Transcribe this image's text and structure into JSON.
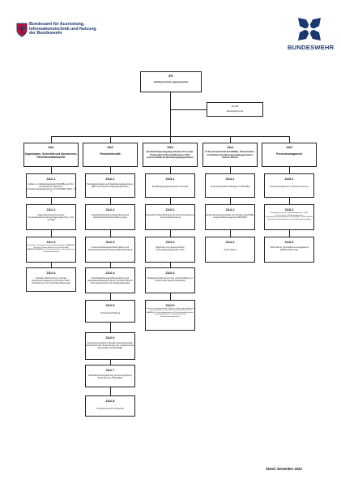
{
  "header": {
    "agency_lines": [
      "Bundesamt für Ausrüstung,",
      "Informationstechnik und Nutzung",
      "der Bundeswehr"
    ],
    "brand_wordmark": "BUNDESWEHR"
  },
  "top": {
    "code": "ZA",
    "title": "Abteilung Zentrale Angelegenheiten"
  },
  "staff": {
    "code": "ZA AB",
    "title": "Abteilungsbüro ZA"
  },
  "columns": [
    {
      "code": "ZA1",
      "title": "Organisation, Sicherheit und Abwesensen, Fachinformationsstelle",
      "units": [
        {
          "code": "ZA1.1",
          "text": "Aufbau- und Ablauforganisation BAAINBw und DG, Dienstaufsicht, Allgemeine Verwaltungsangelegenheiten des BAAINBw, INNO- IT II"
        },
        {
          "code": "ZA1.2",
          "text": "Organisationsuntersuchungen, Personalbedarfsermittlung Regelungsrechnen, IGK und MM"
        },
        {
          "code": "ZA1.3",
          "text": "Sicherheit, Informations-Sicherheitsbeauftragter II BAAINBw, Referent Offiziers-Militärische Sicherheit AW (BAAINBw/BAAINBw), Gebäudesicherheit u. Ausfallvorsorge und Gewährleistung"
        },
        {
          "code": "ZA1.4",
          "text": "Fachliche Wahrnehmung, Zentrale Regelungsmanagement und weitere Nicht-Koordinierung von Vorschriften/Regelungen"
        }
      ]
    },
    {
      "code": "ZA2",
      "title": "Finanzwirtschaft",
      "units": [
        {
          "code": "ZA2.1",
          "text": "Haushaltsgrundsatz und Haushaltsangelegenheiten, BBH- und Finanzierungsangelegenheiten"
        },
        {
          "code": "ZA2.2",
          "text": "Finanzbedarfsanalyse/Finanzplanung und Haushaltsmittelbewirtschaftung (neue)"
        },
        {
          "code": "ZA2.3",
          "text": "Finanzbedarfsanalyse/Finanzplanung und Haushaltsmittelbewirtschaftung Materialerhaltung"
        },
        {
          "code": "ZA2.4",
          "text": "Finanzbedarfsanalyse/Finanzplanung und Haushaltsmittelbewirtschaftung Sonstiges (Betrieb, Informationstechnik und Verwaltungsbedarf)"
        },
        {
          "code": "ZA2.5",
          "text": "Vorhabenbuchhaltung"
        },
        {
          "code": "ZA2.6",
          "text": "Zuwendungsverfahren, Zentrale Zuwendungsstelle, Fachaufsicht über Zuwendungen der nachgeordneten Dienststellen des BAAINBw"
        },
        {
          "code": "ZA2.7",
          "text": "Haushaltsrechnungsführung, Rechnungsprüfung, Berichtswesen, (BAAINBw)"
        },
        {
          "code": "ZA2.8",
          "text": "Kompetenzzentrum Kasse Bw"
        }
      ]
    },
    {
      "code": "ZA3",
      "title": "Bedarfsträgerangelegenheiten Personal, Fachaufsicht Beschaffung der DSt, querschnittliche Rechtsangelegenheiten",
      "units": [
        {
          "code": "ZA3.1",
          "text": "Bedarfsträgerangelegenheiten Personal"
        },
        {
          "code": "ZA3.2",
          "text": "Fachaufsicht Beschaffungsrecht des Personalwesens und Personalvertretung"
        },
        {
          "code": "ZA3.3",
          "text": "Allgemeine und querschnittliche Personalangelegenheiten (zivil)"
        },
        {
          "code": "ZA3.4",
          "text": "Strategische Planung der Aus- und Fortbildung von Zivilpersonal, Agenda Attraktivität"
        },
        {
          "code": "ZA3.5",
          "text": "Datenschutzangelegenheiten, Urheber- und Nutzungsrechtsfragen, Lizenzmanagement, Fachaufsicht Beschaffung der DSt des BAAINBw, Rechtsangelegenheiten und Vertragsangelegenheiten, Verwaltungsverfahren, Grundsatzfragen des Personalvertretungsrechts"
        }
      ]
    },
    {
      "code": "ZA4",
      "title": "IT-Serviceleitstelle BAAINBw, Infrastruktur- und Nutzerverwaltungsangelegenheiten, Innerer Dienst",
      "units": [
        {
          "code": "ZA4.1",
          "text": "IT-Serviceleitstelle/IT-Manager IT-BAAINBw"
        },
        {
          "code": "ZA4.2",
          "text": "Infrastrukturangelegenheiten des Dingbers BAAINBw, Liegenschaftsmanagement BAAINBw"
        },
        {
          "code": "ZA4.3",
          "text": "Innerer Dienst"
        }
      ]
    },
    {
      "code": "ZA5",
      "title": "Prozessmanagement",
      "units": [
        {
          "code": "ZA5.1",
          "text": "Prozessmanagement / Prozessumsetzung"
        },
        {
          "code": "ZA5.2",
          "text": "Kompetenzzentrum Projektmanagement, CPM-Fortschreibung, Risikomanagement, Leistungsprozessmanagement CPM (PPB), Querschnittliche Normative der Erfolgsmessung und Rüstungscontrolling"
        },
        {
          "code": "ZA5.3",
          "text": "SAPR Dienst, Geschäftsprozessbegleitung (IPB/Koordinierung)"
        }
      ]
    }
  ],
  "footer": {
    "stand": "Stand: Dezember 2024"
  }
}
